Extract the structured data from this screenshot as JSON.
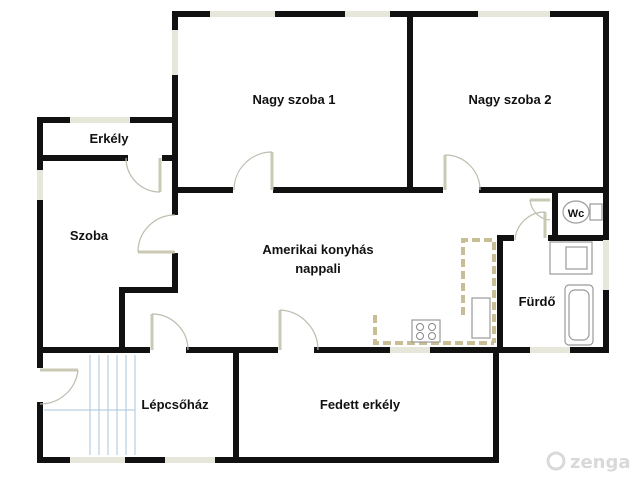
{
  "rooms": {
    "nagy_szoba_1": "Nagy szoba 1",
    "nagy_szoba_2": "Nagy szoba 2",
    "erkely": "Erkély",
    "szoba": "Szoba",
    "nappali_line1": "Amerikai konyhás",
    "nappali_line2": "nappali",
    "wc": "Wc",
    "furdo": "Fürdő",
    "lepcsohaz": "Lépcsőház",
    "fedett_erkely": "Fedett erkély"
  },
  "watermark": "zenga",
  "colors": {
    "wall": "#111111",
    "window": "#e6e6da",
    "counter": "#c8bd94",
    "stairs": "#a9c4dc",
    "watermark": "#d9d9d9"
  }
}
